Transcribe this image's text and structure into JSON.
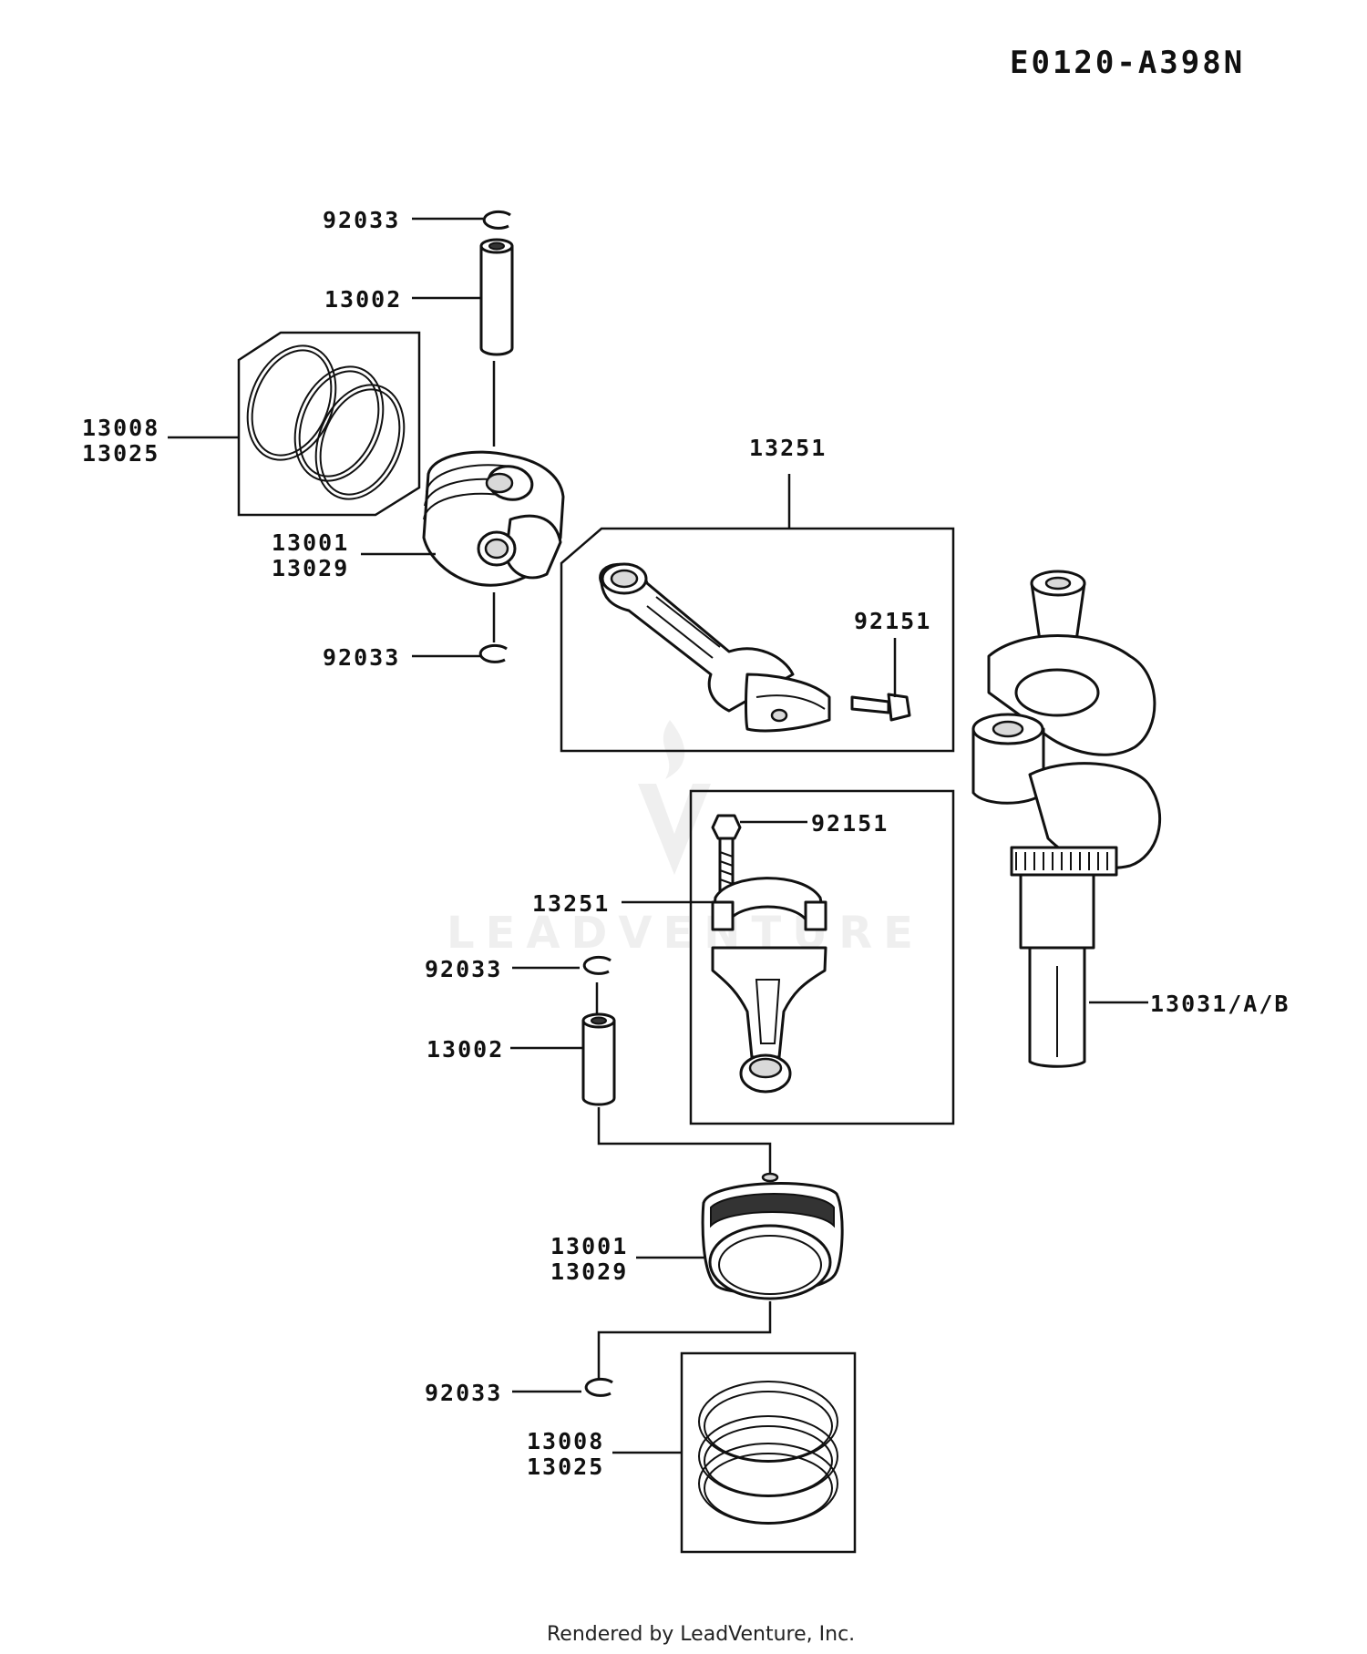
{
  "diagram_code": "E0120-A398N",
  "footer": "Rendered by LeadVenture, Inc.",
  "watermark": "LEADVENTURE",
  "callouts": {
    "circlip_top_1": "92033",
    "pin_top": "13002",
    "rings_top_1": "13008",
    "rings_top_2": "13025",
    "piston_top_1": "13001",
    "piston_top_2": "13029",
    "circlip_top_2": "92033",
    "rod_top": "13251",
    "bolt_top": "92151",
    "bolt_bottom": "92151",
    "rod_bottom": "13251",
    "circlip_bottom_1": "92033",
    "pin_bottom": "13002",
    "crankshaft": "13031/A/B",
    "piston_bottom_1": "13001",
    "piston_bottom_2": "13029",
    "circlip_bottom_2": "92033",
    "rings_bottom_1": "13008",
    "rings_bottom_2": "13025"
  }
}
